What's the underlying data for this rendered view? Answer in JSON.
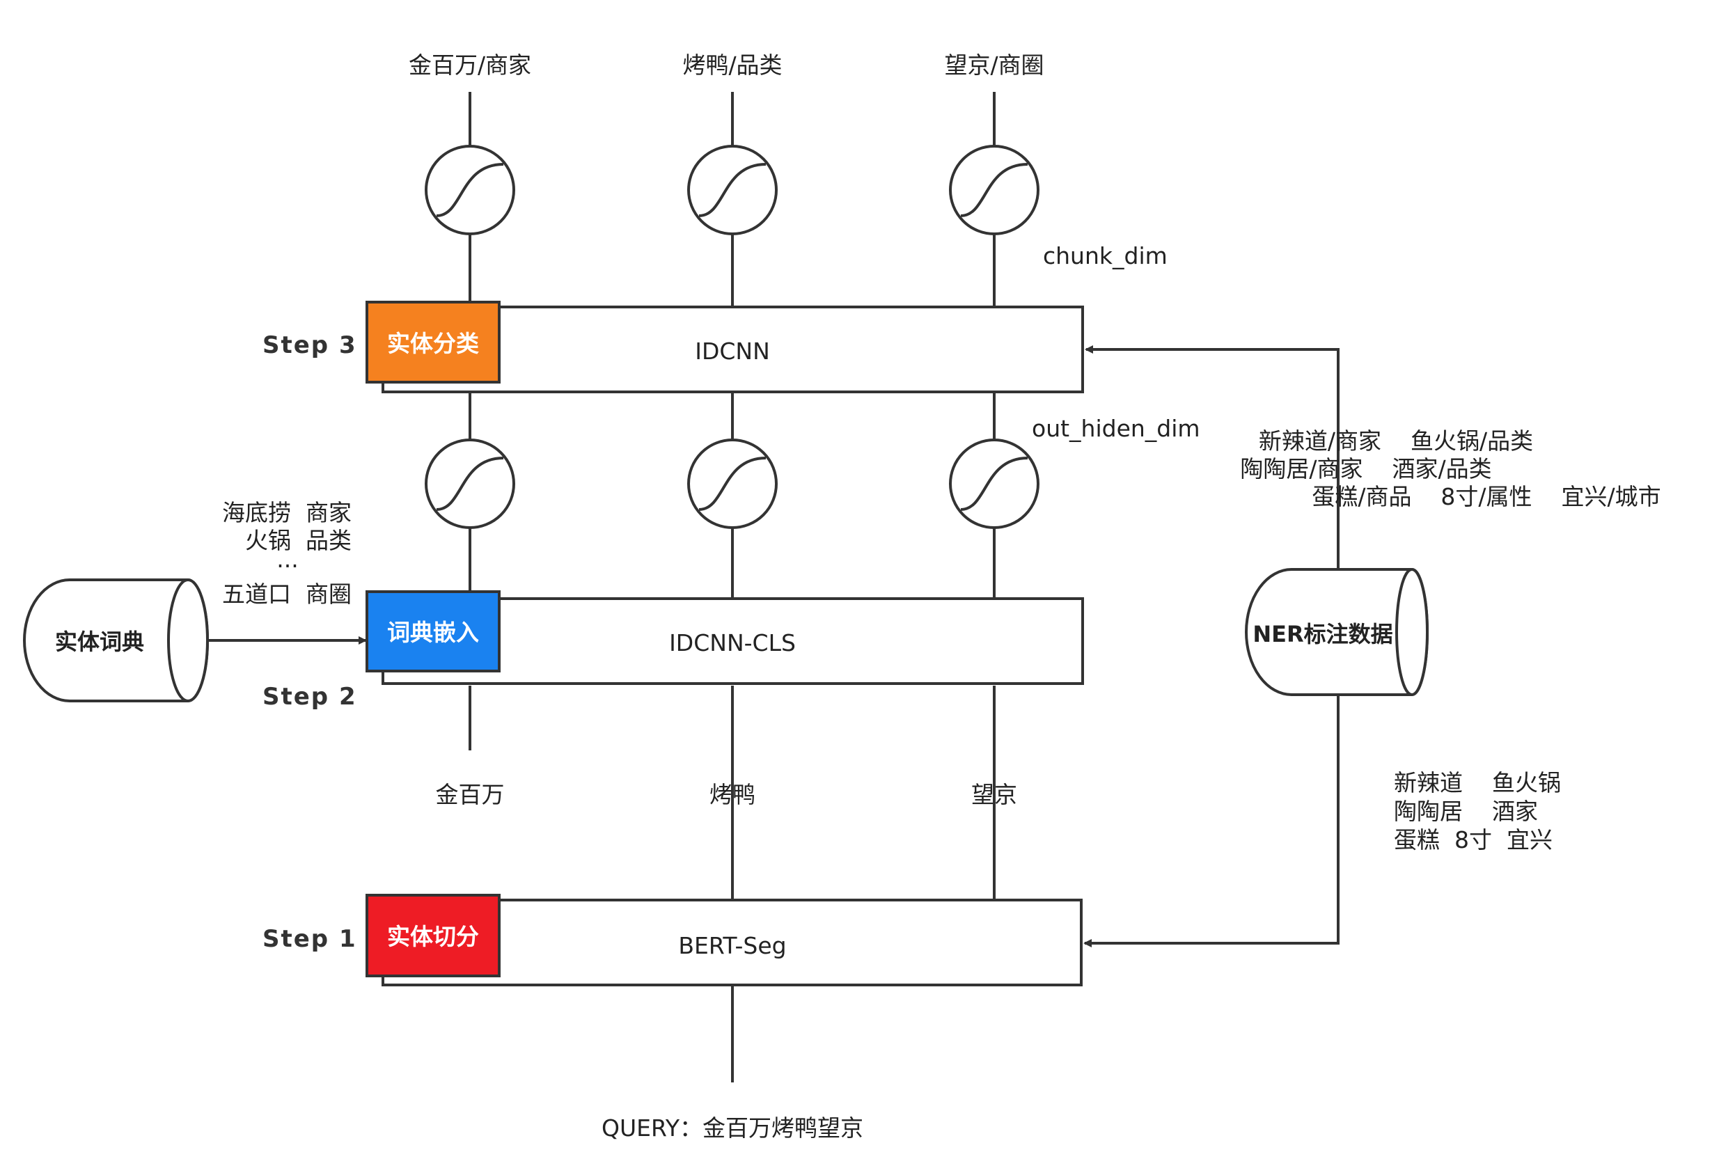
{
  "query": "QUERY：金百万烤鸭望京",
  "steps": {
    "step1": {
      "label": "Step 1",
      "badge": "实体切分",
      "badge_color": "#ee1c25",
      "model": "BERT-Seg"
    },
    "step2": {
      "label": "Step 2",
      "badge": "词典嵌入",
      "badge_color": "#1a82f0",
      "model": "IDCNN-CLS"
    },
    "step3": {
      "label": "Step 3",
      "badge": "实体分类",
      "badge_color": "#f5811f",
      "model": "IDCNN"
    }
  },
  "tokens": [
    "金百万",
    "烤鸭",
    "望京"
  ],
  "outputs": [
    "金百万/商家",
    "烤鸭/品类",
    "望京/商圈"
  ],
  "dims": {
    "chunk": "chunk_dim",
    "hidden": "out_hiden_dim"
  },
  "dictionary": {
    "name": "实体词典",
    "entries": [
      "海底捞  商家",
      "火锅  品类",
      "...",
      "五道口  商圈"
    ]
  },
  "ner": {
    "name": "NER标注数据",
    "labeled_lines": [
      "新辣道/商家    鱼火锅/品类",
      "陶陶居/商家    酒家/品类",
      "蛋糕/商品    8寸/属性    宜兴/城市"
    ],
    "segment_lines": [
      "新辣道    鱼火锅",
      "陶陶居    酒家",
      "蛋糕  8寸  宜兴"
    ]
  }
}
